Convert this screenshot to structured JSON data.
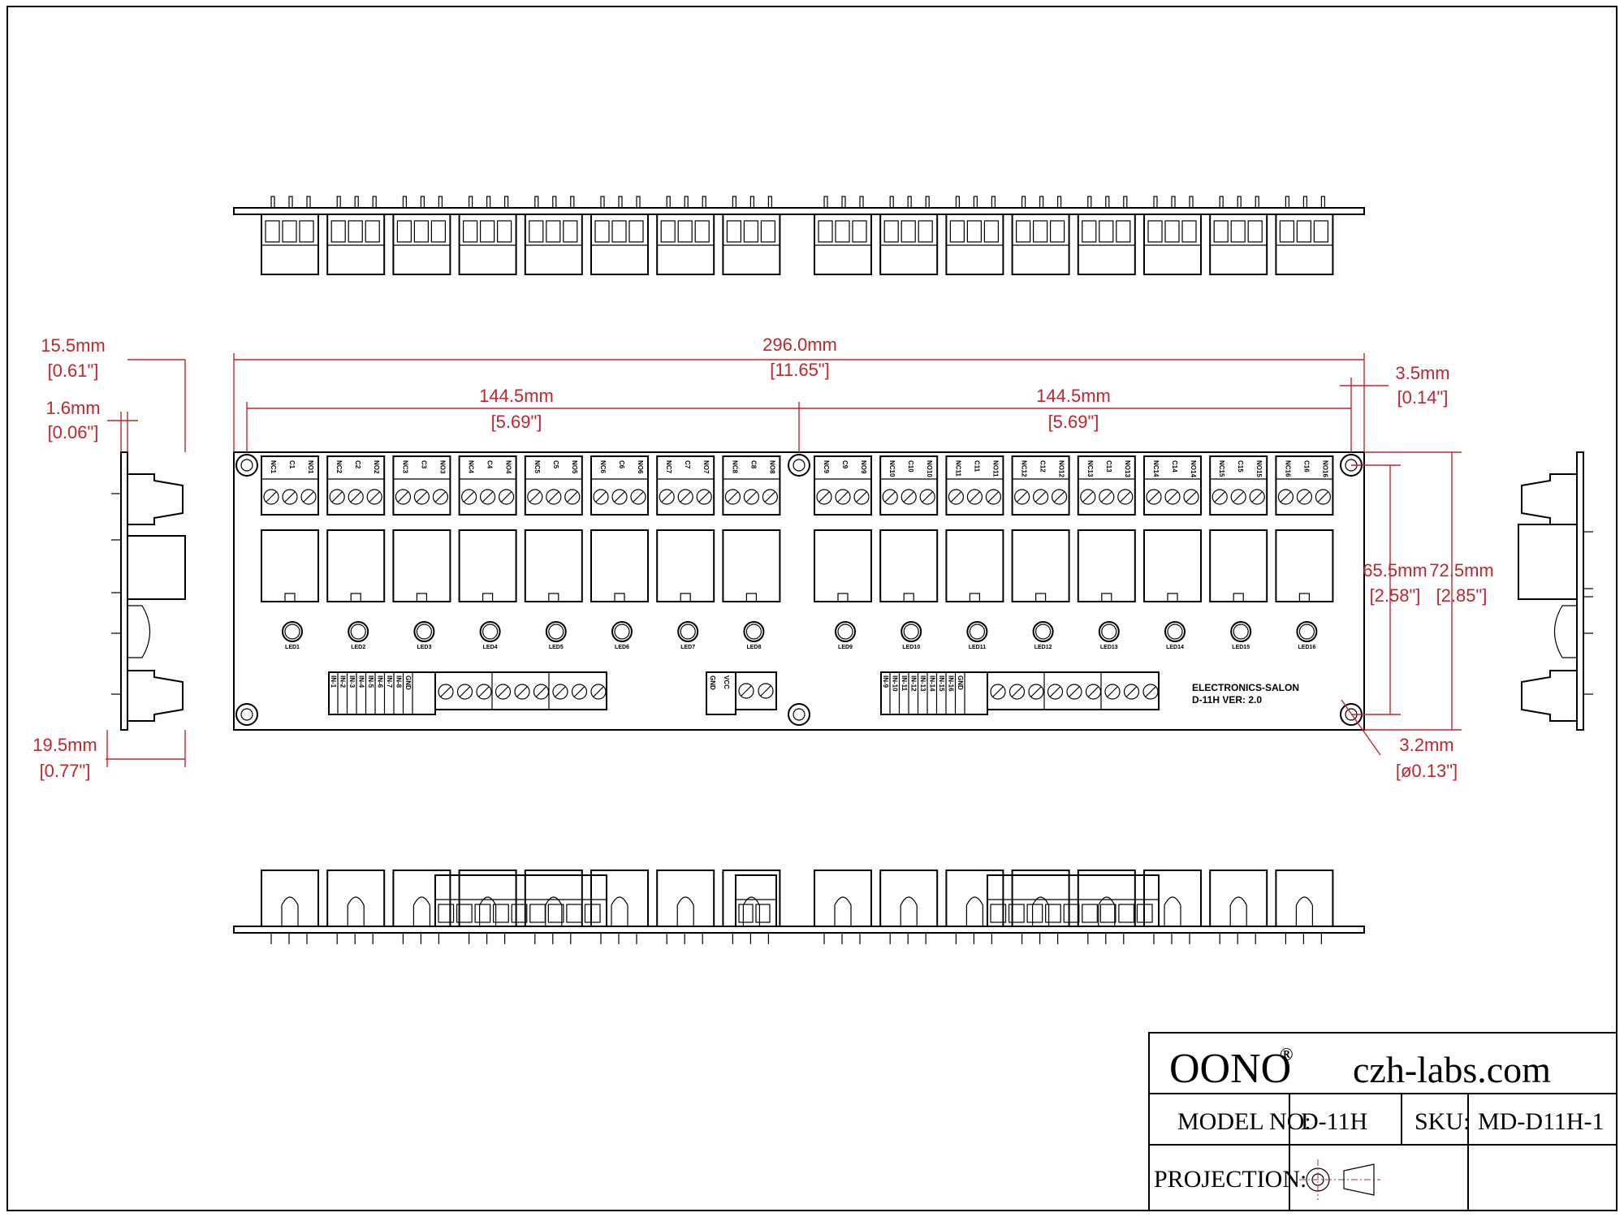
{
  "board": {
    "maker": "ELECTRONICS-SALON",
    "version": "D-11H  VER: 2.0",
    "relays": [
      {
        "pins": [
          "NC1",
          "C1",
          "NO1"
        ],
        "led": "LED1"
      },
      {
        "pins": [
          "NC2",
          "C2",
          "NO2"
        ],
        "led": "LED2"
      },
      {
        "pins": [
          "NC3",
          "C3",
          "NO3"
        ],
        "led": "LED3"
      },
      {
        "pins": [
          "NC4",
          "C4",
          "NO4"
        ],
        "led": "LED4"
      },
      {
        "pins": [
          "NC5",
          "C5",
          "NO5"
        ],
        "led": "LED5"
      },
      {
        "pins": [
          "NC6",
          "C6",
          "NO6"
        ],
        "led": "LED6"
      },
      {
        "pins": [
          "NC7",
          "C7",
          "NO7"
        ],
        "led": "LED7"
      },
      {
        "pins": [
          "NC8",
          "C8",
          "NO8"
        ],
        "led": "LED8"
      },
      {
        "pins": [
          "NC9",
          "C9",
          "NO9"
        ],
        "led": "LED9"
      },
      {
        "pins": [
          "NC10",
          "C10",
          "NO10"
        ],
        "led": "LED10"
      },
      {
        "pins": [
          "NC11",
          "C11",
          "NO11"
        ],
        "led": "LED11"
      },
      {
        "pins": [
          "NC12",
          "C12",
          "NO12"
        ],
        "led": "LED12"
      },
      {
        "pins": [
          "NC13",
          "C13",
          "NO13"
        ],
        "led": "LED13"
      },
      {
        "pins": [
          "NC14",
          "C14",
          "NO14"
        ],
        "led": "LED14"
      },
      {
        "pins": [
          "NC15",
          "C15",
          "NO15"
        ],
        "led": "LED15"
      },
      {
        "pins": [
          "NC16",
          "C16",
          "NO16"
        ],
        "led": "LED16"
      }
    ],
    "inputs_left": [
      "IN-1",
      "IN-2",
      "IN-3",
      "IN-4",
      "IN-5",
      "IN-6",
      "IN-7",
      "IN-8",
      "GND"
    ],
    "inputs_right": [
      "IN-9",
      "IN-10",
      "IN-11",
      "IN-12",
      "IN-13",
      "IN-14",
      "IN-15",
      "IN-16",
      "GND"
    ],
    "power": [
      "GND",
      "VCC"
    ]
  },
  "dimensions": {
    "total_width": {
      "mm": "296.0mm",
      "in": "[11.65\"]"
    },
    "half_left": {
      "mm": "144.5mm",
      "in": "[5.69\"]"
    },
    "half_right": {
      "mm": "144.5mm",
      "in": "[5.69\"]"
    },
    "edge_offset": {
      "mm": "3.5mm",
      "in": "[0.14\"]"
    },
    "hole_span": {
      "mm": "65.5mm",
      "in": "[2.58\"]"
    },
    "board_height": {
      "mm": "72.5mm",
      "in": "[2.85\"]"
    },
    "hole_dia": {
      "mm": "3.2mm",
      "in": "[ø0.13\"]"
    },
    "side_top": {
      "mm": "15.5mm",
      "in": "[0.61\"]"
    },
    "pcb_thick": {
      "mm": "1.6mm",
      "in": "[0.06\"]"
    },
    "side_bottom": {
      "mm": "19.5mm",
      "in": "[0.77\"]"
    }
  },
  "title_block": {
    "brand": "OONO",
    "registered": "®",
    "website": "czh-labs.com",
    "model_label": "MODEL NO:",
    "model_value": "D-11H",
    "sku_label": "SKU:",
    "sku_value": "MD-D11H-1",
    "projection_label": "PROJECTION:"
  }
}
